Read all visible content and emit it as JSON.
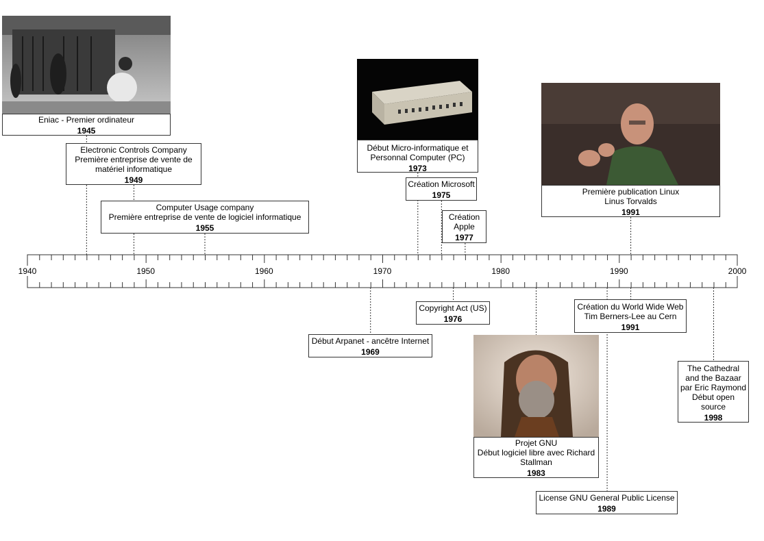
{
  "axis": {
    "start": 1940,
    "end": 2000,
    "major_labels": [
      "1940",
      "1950",
      "1960",
      "1970",
      "1980",
      "1990",
      "2000"
    ]
  },
  "events": [
    {
      "id": "eniac",
      "text": "Eniac - Premier ordinateur",
      "year": "1945"
    },
    {
      "id": "ecc",
      "text": "Electronic Controls Company\nPremière entreprise de vente de\nmatériel informatique",
      "year": "1949"
    },
    {
      "id": "cuc",
      "text": "Computer Usage company\nPremière entreprise de vente de logiciel informatique",
      "year": "1955"
    },
    {
      "id": "arpanet",
      "text": "Début Arpanet - ancêtre Internet",
      "year": "1969"
    },
    {
      "id": "micro",
      "text": "Début Micro-informatique et\nPersonnal Computer (PC)",
      "year": "1973"
    },
    {
      "id": "microsoft",
      "text": "Création Microsoft",
      "year": "1975"
    },
    {
      "id": "copyright",
      "text": "Copyright Act (US)",
      "year": "1976"
    },
    {
      "id": "apple",
      "text": "Création\nApple",
      "year": "1977"
    },
    {
      "id": "gnu",
      "text": "Projet GNU\nDébut logiciel libre avec Richard\nStallman",
      "year": "1983"
    },
    {
      "id": "gpl",
      "text": "License GNU General Public License",
      "year": "1989"
    },
    {
      "id": "linux",
      "text": "Première publication Linux\nLinus Torvalds",
      "year": "1991"
    },
    {
      "id": "www",
      "text": "Création du World Wide Web\nTim Berners-Lee au Cern",
      "year": "1991"
    },
    {
      "id": "cathedral",
      "text": "The Cathedral\nand the Bazaar\npar Eric Raymond\nDébut open\nsource",
      "year": "1998"
    }
  ]
}
